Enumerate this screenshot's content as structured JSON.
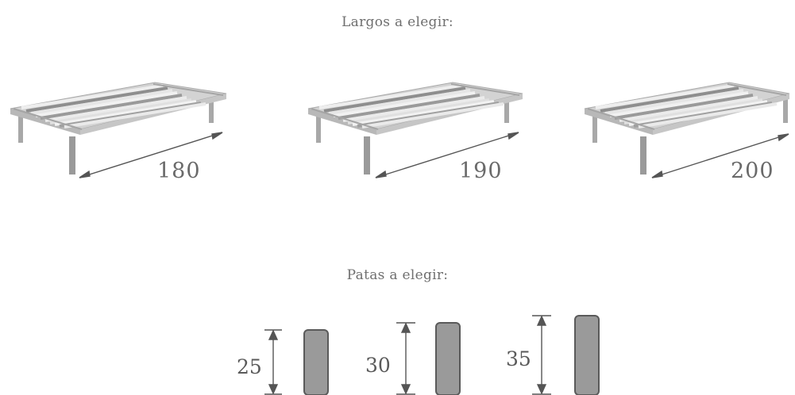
{
  "largos": {
    "heading": "Largos a elegir:",
    "items": [
      {
        "label": "180"
      },
      {
        "label": "190"
      },
      {
        "label": "200"
      }
    ]
  },
  "patas": {
    "heading": "Patas a elegir:",
    "items": [
      {
        "label": "25"
      },
      {
        "label": "30"
      },
      {
        "label": "35"
      }
    ]
  },
  "colors": {
    "text": "#6a6a6a",
    "frame": "#c4c4c4",
    "slat": "#e4e4e4",
    "slat_dark": "#8c8c8c",
    "leg": "#9a9a9a",
    "arrow": "#555555"
  },
  "icons": [
    "slatted-bed-base-icon",
    "double-arrow-icon",
    "leg-icon"
  ]
}
